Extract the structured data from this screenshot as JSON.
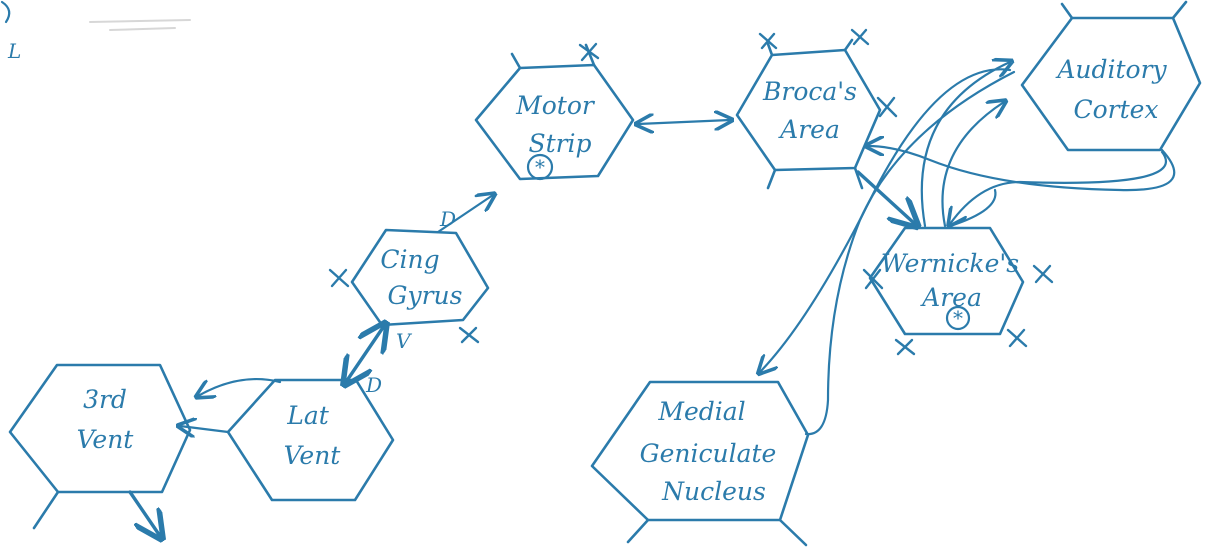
{
  "corner_mark": "L",
  "nodes": {
    "motor": [
      "Motor",
      "Strip"
    ],
    "broca": [
      "Broca's",
      "Area"
    ],
    "auditory": [
      "Auditory",
      "Cortex"
    ],
    "cing": [
      "Cing",
      "Gyrus"
    ],
    "wernicke": [
      "Wernicke's",
      "Area"
    ],
    "third_vent": [
      "3rd",
      "Vent"
    ],
    "lat_vent": [
      "Lat",
      "Vent"
    ],
    "mgn": [
      "Medial",
      "Geniculate",
      "Nucleus"
    ]
  },
  "edge_labels": {
    "cing_top": "D",
    "cing_bottom": "V",
    "lat_vent_top": "D"
  },
  "colors": {
    "ink": "#2b7bab",
    "paper": "#ffffff"
  }
}
